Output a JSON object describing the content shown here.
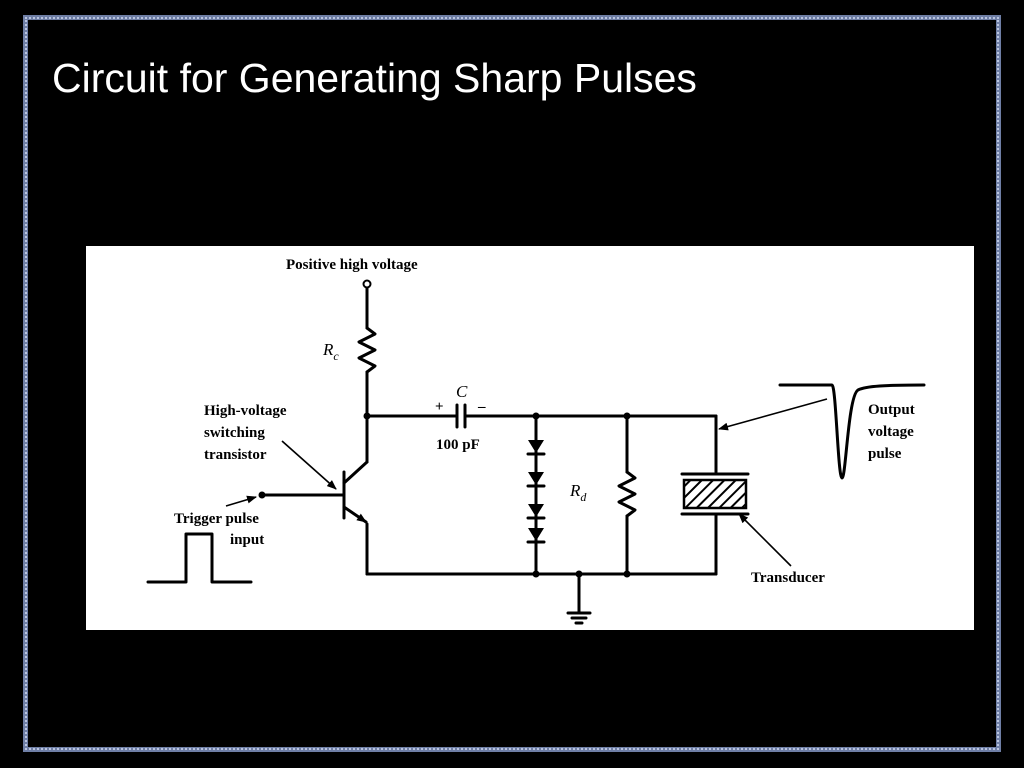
{
  "slide": {
    "title": "Circuit for Generating Sharp Pulses"
  },
  "diagram": {
    "labels": {
      "supply": "Positive high voltage",
      "rc_main": "R",
      "rc_sub": "c",
      "transistor_line1": "High-voltage",
      "transistor_line2": "switching",
      "transistor_line3": "transistor",
      "capacitor_name": "C",
      "capacitor_plus": "+",
      "capacitor_minus": "–",
      "capacitor_value": "100 pF",
      "rd_main": "R",
      "rd_sub": "d",
      "trigger_line1": "Trigger pulse",
      "trigger_line2": "input",
      "output_line1": "Output",
      "output_line2": "voltage",
      "output_line3": "pulse",
      "transducer": "Transducer"
    },
    "icons": [
      "resistor-icon",
      "capacitor-icon",
      "npn-transistor-icon",
      "diode-icon",
      "ground-icon",
      "transducer-icon"
    ]
  }
}
